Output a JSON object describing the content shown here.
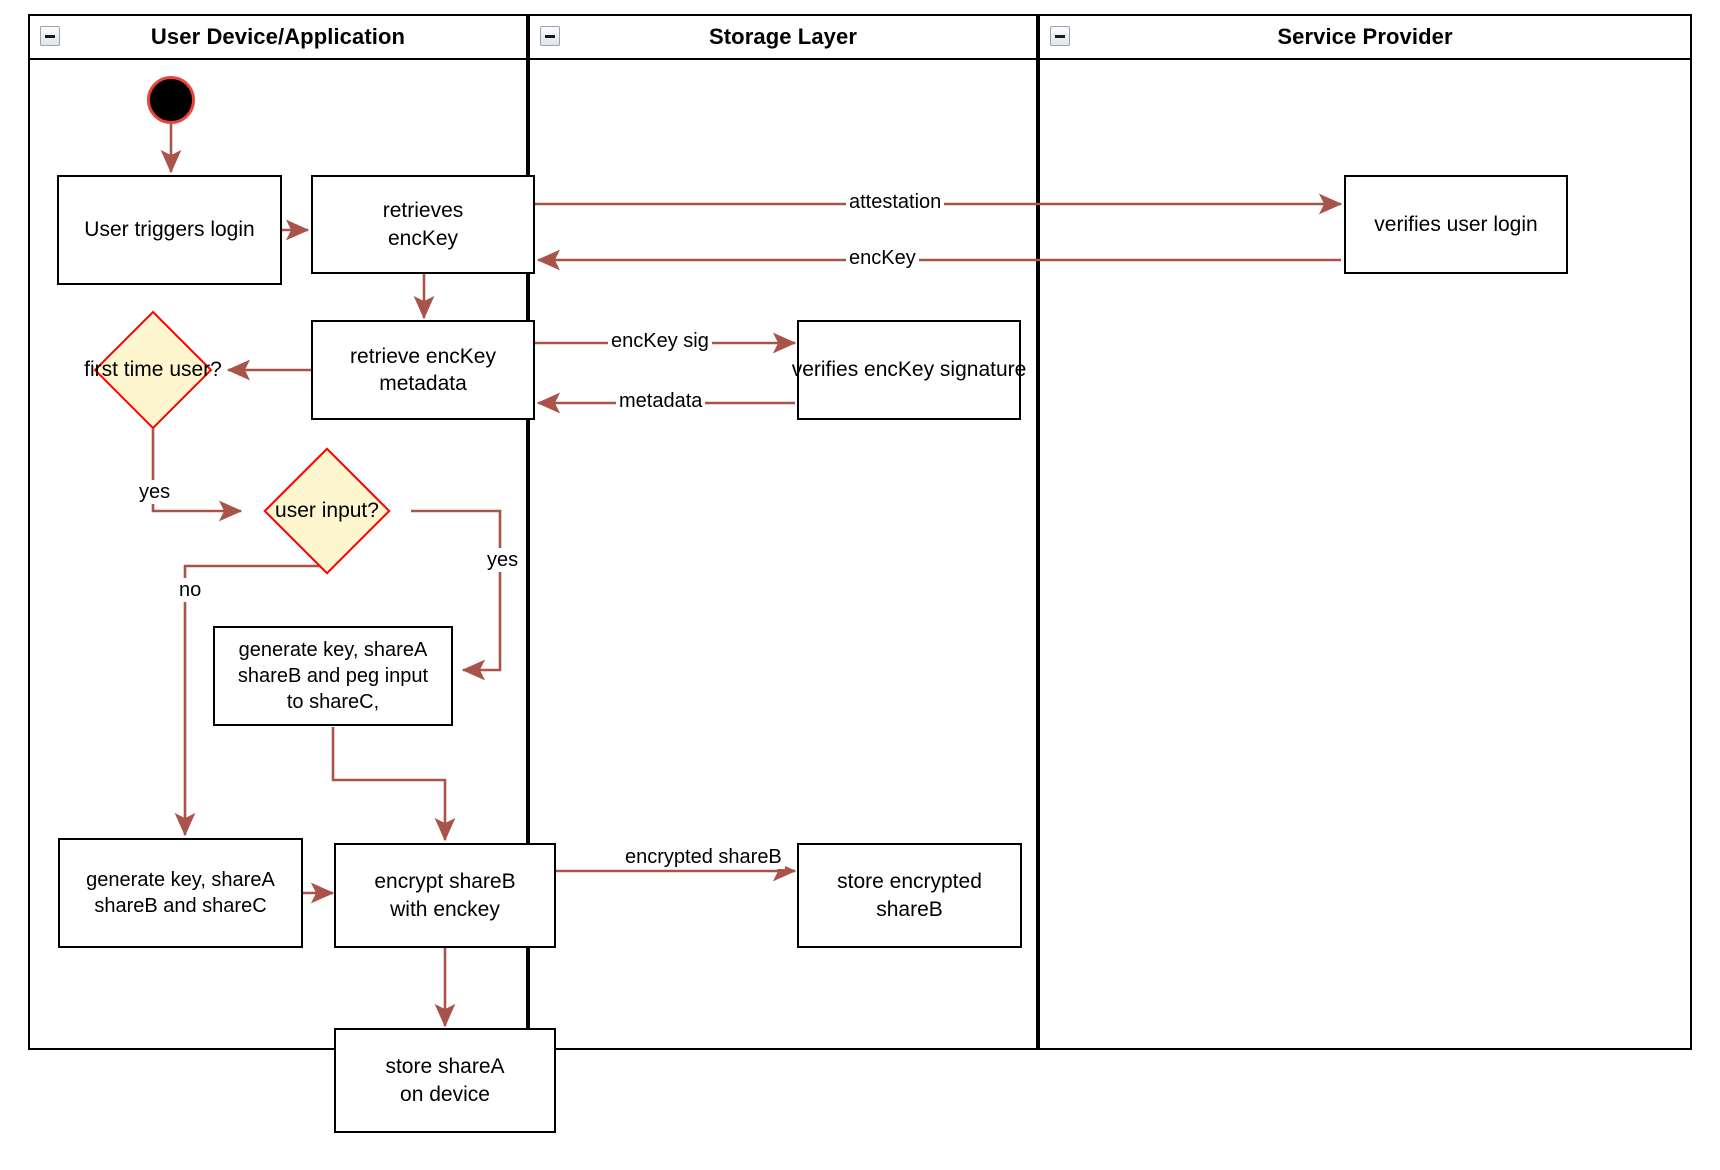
{
  "diagram": {
    "type": "uml-activity-swimlane",
    "title": "Login and key-share provisioning flow"
  },
  "colors": {
    "edge": "#a9544b",
    "decision_fill": "#fdf6cf",
    "decision_border": "#ff0000",
    "node_border": "#000000",
    "start_border": "#e8453c",
    "start_fill": "#000000",
    "lane_border": "#000000"
  },
  "lanes": [
    {
      "id": "user-device",
      "label": "User Device/Application",
      "collapse_icon": "collapse-minus-icon"
    },
    {
      "id": "storage-layer",
      "label": "Storage Layer",
      "collapse_icon": "collapse-minus-icon"
    },
    {
      "id": "service-provider",
      "label": "Service Provider",
      "collapse_icon": "collapse-minus-icon"
    }
  ],
  "nodes": {
    "start": {
      "kind": "initial-node",
      "label": ""
    },
    "user_triggers_login": {
      "kind": "action",
      "label": "User triggers login"
    },
    "retrieves_enckey": {
      "kind": "action",
      "line1": "retrieves",
      "line2": "encKey"
    },
    "retrieve_enckey_metadata": {
      "kind": "action",
      "line1": "retrieve encKey",
      "line2": "metadata"
    },
    "first_time_user": {
      "kind": "decision",
      "line1": "first time",
      "line2": "user?"
    },
    "user_input": {
      "kind": "decision",
      "label": "user input?"
    },
    "generate_key_peg": {
      "kind": "action",
      "line1": "generate key, shareA",
      "line2": "shareB and peg input",
      "line3": "to shareC,"
    },
    "generate_key_shares": {
      "kind": "action",
      "line1": "generate key, shareA",
      "line2": "shareB and shareC"
    },
    "encrypt_shareb": {
      "kind": "action",
      "line1": "encrypt shareB",
      "line2": "with enckey"
    },
    "store_sharea": {
      "kind": "action",
      "line1": "store shareA",
      "line2": "on device"
    },
    "verifies_enckey_signature": {
      "kind": "action",
      "label": "verifies encKey signature"
    },
    "store_encrypted_shareb": {
      "kind": "action",
      "line1": "store encrypted",
      "line2": "shareB"
    },
    "verifies_user_login": {
      "kind": "action",
      "label": "verifies user login"
    }
  },
  "edge_labels": {
    "attestation": "attestation",
    "enckey": "encKey",
    "enckey_sig": "encKey sig",
    "metadata": "metadata",
    "yes_first_time": "yes",
    "yes_user_input": "yes",
    "no_user_input": "no",
    "encrypted_shareb_l1": "encrypted",
    "encrypted_shareb_l2": "shareB"
  }
}
